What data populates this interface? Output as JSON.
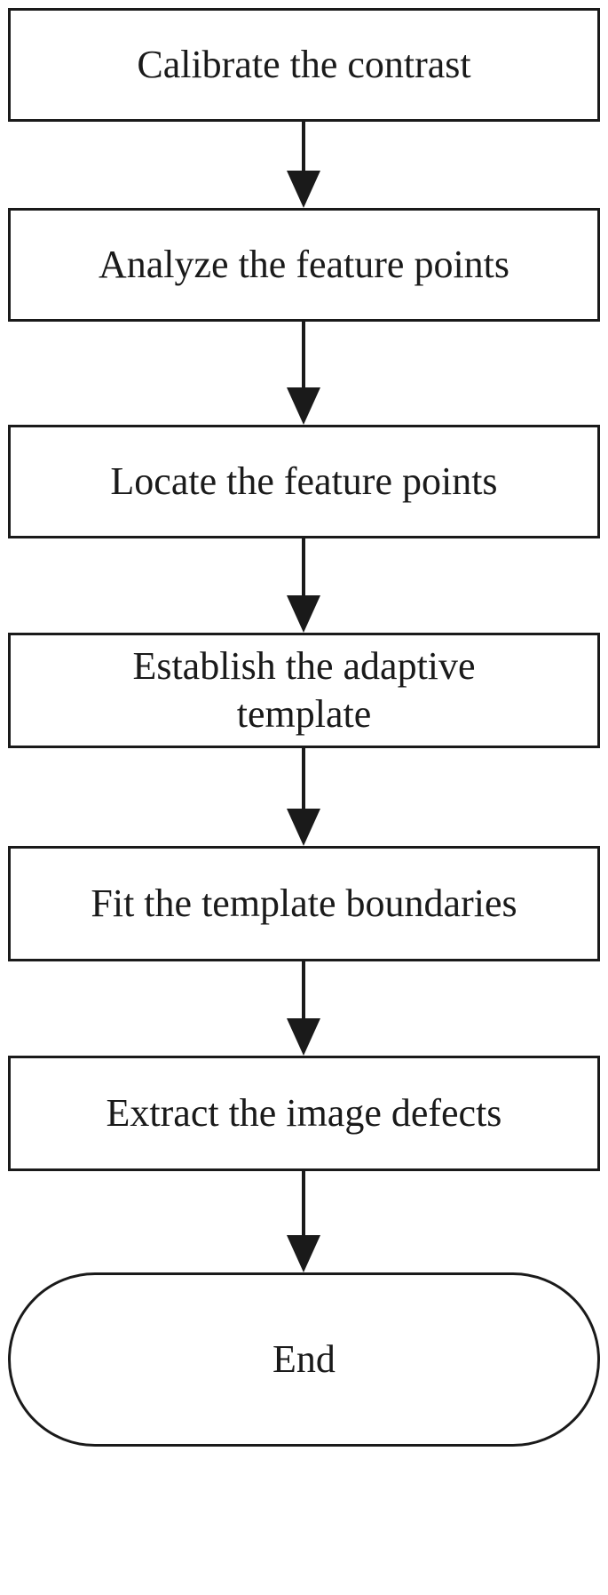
{
  "flowchart": {
    "steps": [
      {
        "label": "Calibrate the contrast"
      },
      {
        "label": "Analyze the feature points"
      },
      {
        "label": "Locate the feature points"
      },
      {
        "label": "Establish the adaptive\ntemplate"
      },
      {
        "label": "Fit the template boundaries"
      },
      {
        "label": "Extract the image defects"
      }
    ],
    "terminal": {
      "label": "End"
    }
  },
  "colors": {
    "stroke": "#1a1a1a",
    "fill": "#ffffff"
  }
}
